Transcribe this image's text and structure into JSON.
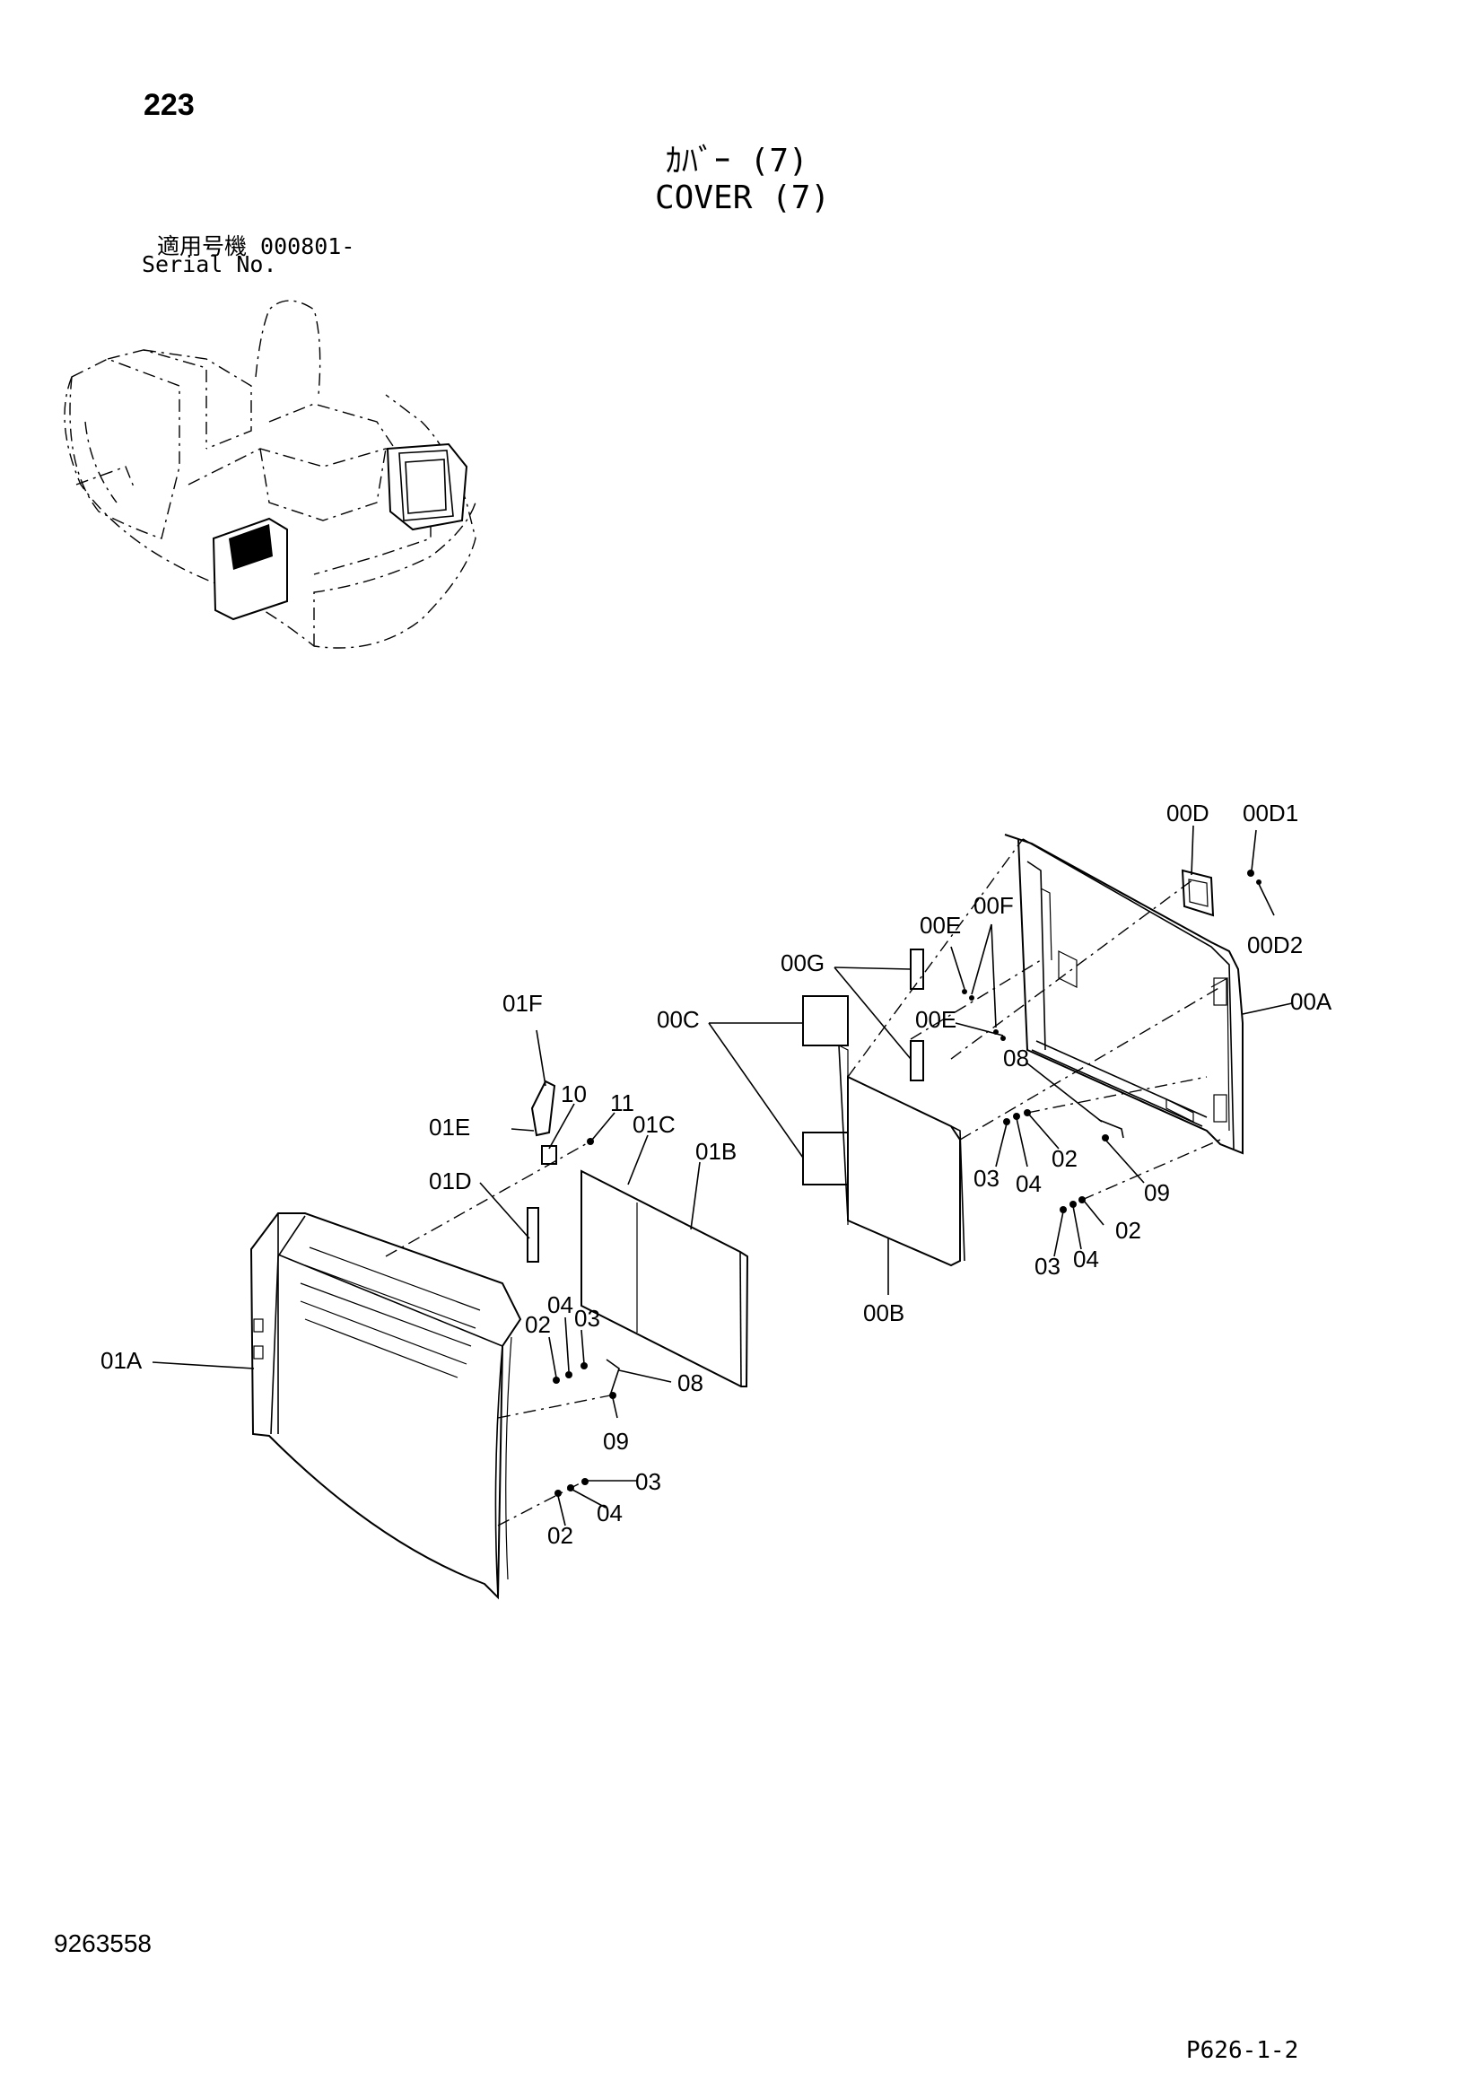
{
  "header": {
    "page_number": "223",
    "title_jp": "ｶﾊﾞｰ (7)",
    "title_en": "COVER (7)",
    "serial_label_jp": "適用号機  000801-",
    "serial_label_en": "Serial No."
  },
  "footer": {
    "document_number": "9263558",
    "page_reference": "P626-1-2"
  },
  "callouts": {
    "c00D": "00D",
    "c00D1": "00D1",
    "c00D2": "00D2",
    "c00A": "00A",
    "c00E_a": "00E",
    "c00F": "00F",
    "c00G": "00G",
    "c00E_b": "00E",
    "c00C": "00C",
    "c00B": "00B",
    "c08_r": "08",
    "c02_r1": "02",
    "c03_r1": "03",
    "c04_r1": "04",
    "c09_r": "09",
    "c02_r2": "02",
    "c03_r2": "03",
    "c04_r2": "04",
    "c01F": "01F",
    "c10": "10",
    "c11": "11",
    "c01E": "01E",
    "c01C": "01C",
    "c01B": "01B",
    "c01D": "01D",
    "c01A": "01A",
    "c02_l1": "02",
    "c04_l1": "04",
    "c03_l1": "03",
    "c08_l": "08",
    "c09_l": "09",
    "c03_l2": "03",
    "c04_l2": "04",
    "c02_l2": "02"
  }
}
